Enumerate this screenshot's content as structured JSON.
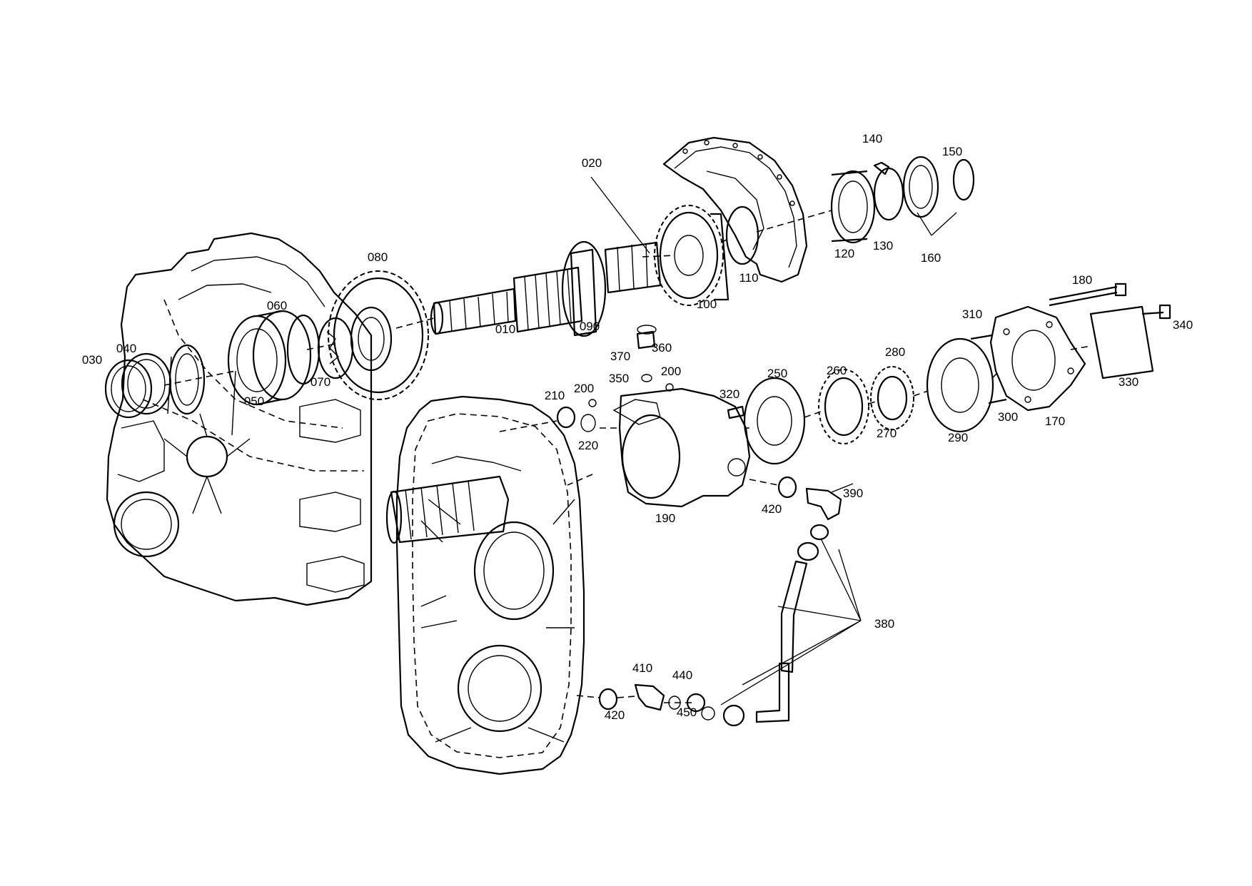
{
  "parts": [
    "010",
    "020",
    "030",
    "040",
    "050",
    "060",
    "070",
    "080",
    "090",
    "100",
    "110",
    "120",
    "130",
    "140",
    "150",
    "160",
    "170",
    "180",
    "190",
    "200",
    "200",
    "210",
    "220",
    "250",
    "260",
    "270",
    "280",
    "290",
    "300",
    "310",
    "320",
    "330",
    "340",
    "350",
    "360",
    "370",
    "380",
    "390",
    "410",
    "420",
    "420",
    "440",
    "450"
  ]
}
